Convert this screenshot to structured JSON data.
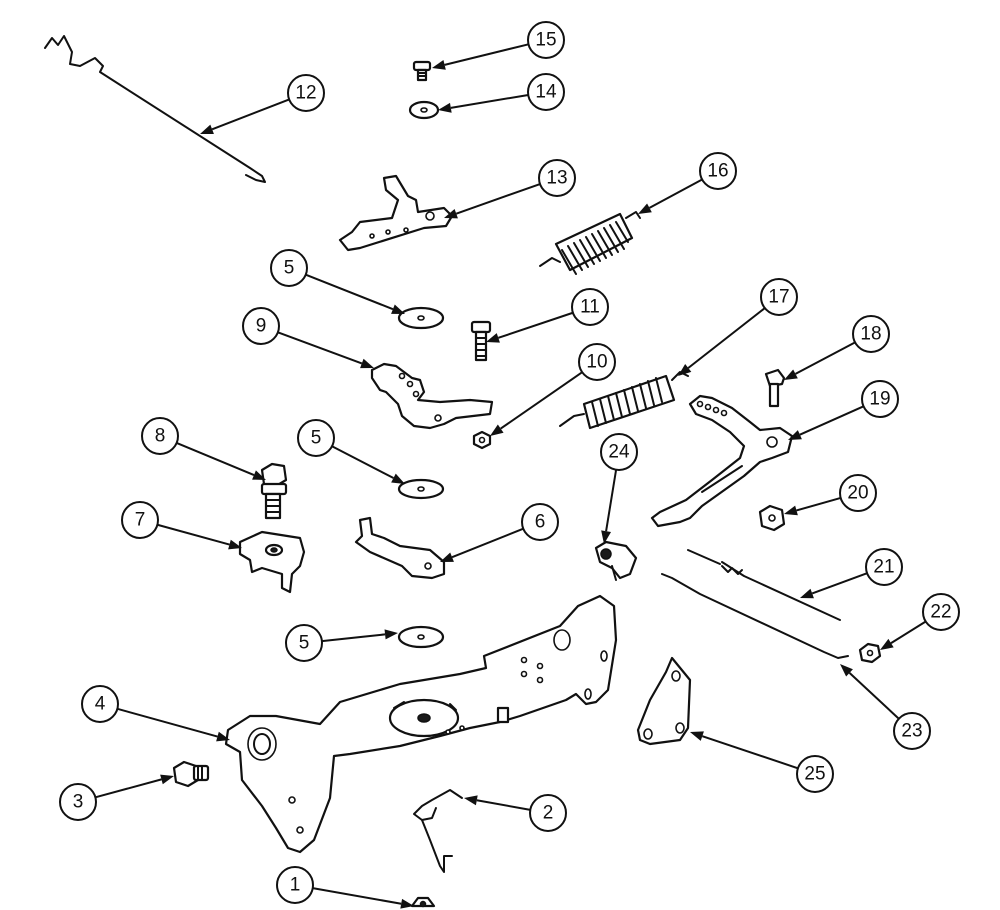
{
  "diagram": {
    "callouts": [
      {
        "id": "c1",
        "label": "1"
      },
      {
        "id": "c2",
        "label": "2"
      },
      {
        "id": "c3",
        "label": "3"
      },
      {
        "id": "c4",
        "label": "4"
      },
      {
        "id": "c5a",
        "label": "5"
      },
      {
        "id": "c5b",
        "label": "5"
      },
      {
        "id": "c5c",
        "label": "5"
      },
      {
        "id": "c6",
        "label": "6"
      },
      {
        "id": "c7",
        "label": "7"
      },
      {
        "id": "c8",
        "label": "8"
      },
      {
        "id": "c9",
        "label": "9"
      },
      {
        "id": "c10",
        "label": "10"
      },
      {
        "id": "c11",
        "label": "11"
      },
      {
        "id": "c12",
        "label": "12"
      },
      {
        "id": "c13",
        "label": "13"
      },
      {
        "id": "c14",
        "label": "14"
      },
      {
        "id": "c15",
        "label": "15"
      },
      {
        "id": "c16",
        "label": "16"
      },
      {
        "id": "c17",
        "label": "17"
      },
      {
        "id": "c18",
        "label": "18"
      },
      {
        "id": "c19",
        "label": "19"
      },
      {
        "id": "c20",
        "label": "20"
      },
      {
        "id": "c21",
        "label": "21"
      },
      {
        "id": "c22",
        "label": "22"
      },
      {
        "id": "c23",
        "label": "23"
      },
      {
        "id": "c24",
        "label": "24"
      },
      {
        "id": "c25",
        "label": "25"
      }
    ]
  }
}
